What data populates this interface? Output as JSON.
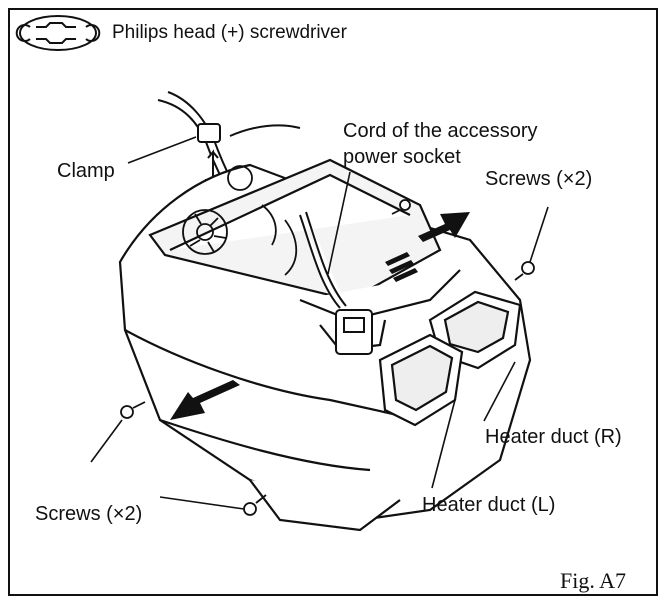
{
  "header": {
    "tool_icon": "wrench-icon",
    "tool_label": "Philips head (+) screwdriver"
  },
  "labels": {
    "clamp": "Clamp",
    "cord_line1": "Cord of the accessory",
    "cord_line2": "power socket",
    "screws_right": "Screws (×2)",
    "screws_left": "Screws (×2)",
    "heater_duct_r": "Heater duct (R)",
    "heater_duct_l": "Heater duct (L)"
  },
  "figure_label": "Fig. A7"
}
